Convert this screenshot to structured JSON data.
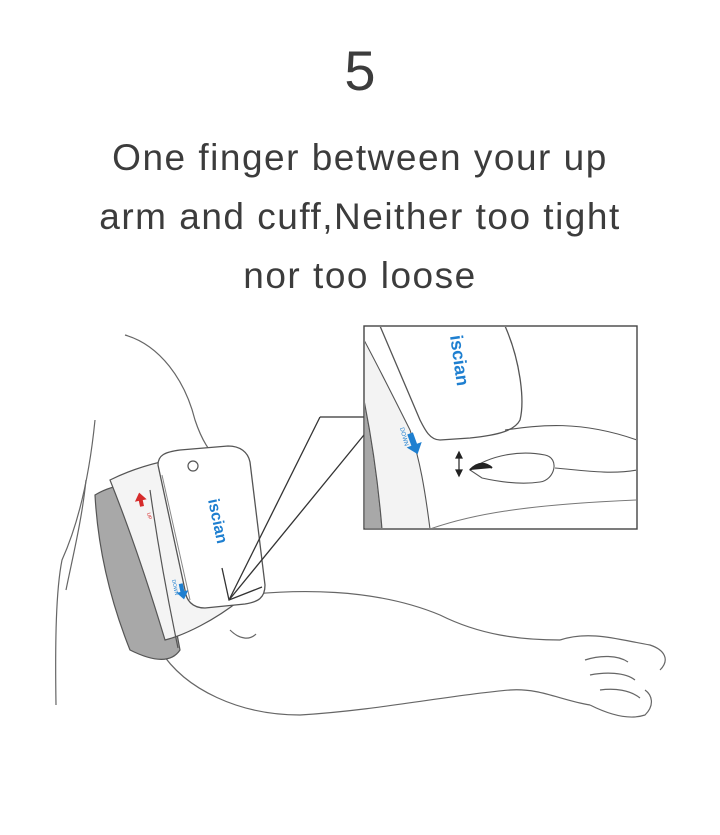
{
  "step": {
    "number": "5",
    "caption_lines": [
      "One finger between your up",
      "arm and cuff,Neither too tight",
      "nor too loose"
    ]
  },
  "device": {
    "brand": "iscian",
    "up_label": "UP",
    "down_label": "DOWN"
  },
  "colors": {
    "brand_blue": "#1e7fd0",
    "up_red": "#d62b2b",
    "cuff_grey": "#9a9a9a",
    "line": "#555555"
  },
  "icons": [
    "up-arrow-icon",
    "down-arrow-icon",
    "double-arrow-icon"
  ]
}
